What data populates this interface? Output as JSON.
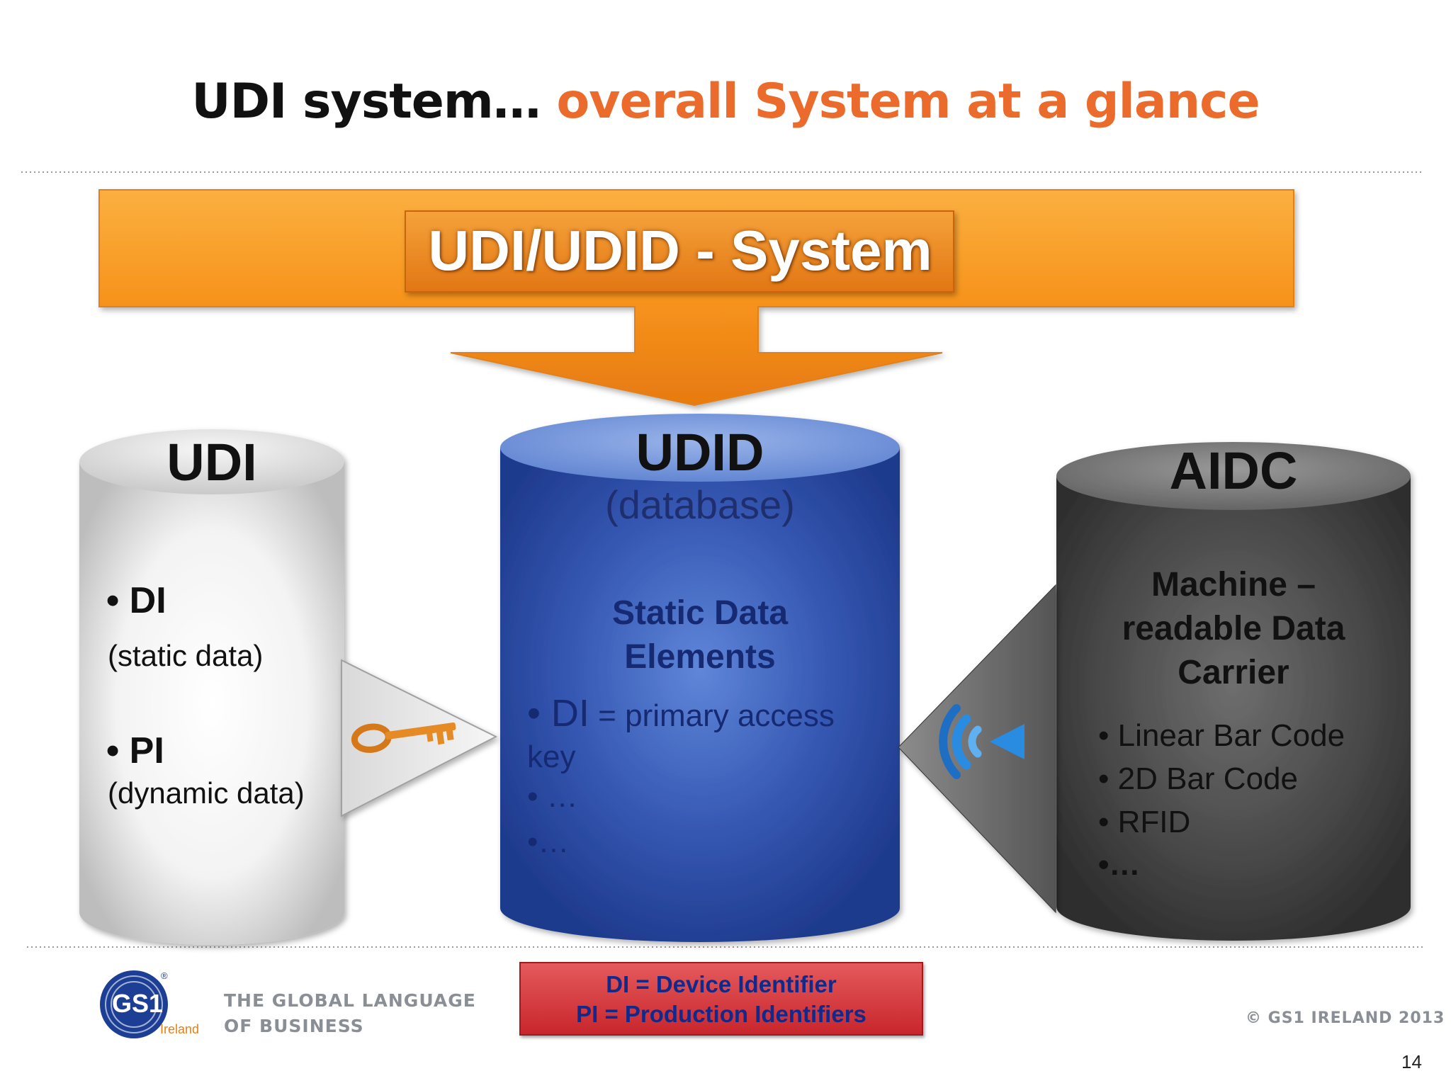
{
  "title": {
    "part1": "UDI system…",
    "part2": "overall System at a glance"
  },
  "system_box": {
    "label": "UDI/UDID - System"
  },
  "udi": {
    "title": "UDI",
    "items": [
      {
        "bullet": "• DI",
        "note": "(static data)"
      },
      {
        "bullet": "• PI",
        "note": "(dynamic data)"
      }
    ]
  },
  "udid": {
    "title": "UDID",
    "subtitle": "(database)",
    "heading_line1": "Static Data",
    "heading_line2": "Elements",
    "item1_bullet": "• DI",
    "item1_text": " = primary access",
    "item1_cont": "key",
    "item2": "• …",
    "item3": "•…"
  },
  "aidc": {
    "title": "AIDC",
    "heading_line1": "Machine –",
    "heading_line2": "readable Data",
    "heading_line3": "Carrier",
    "items": [
      "• Linear Bar Code",
      "• 2D Bar Code",
      "• RFID",
      "•…"
    ]
  },
  "legend": {
    "line1": "DI = Device Identifier",
    "line2": "PI = Production  Identifiers"
  },
  "footer": {
    "logo_text": "GS1",
    "logo_sub": "Ireland",
    "logo_mark": "®",
    "tagline_line1": "THE GLOBAL LANGUAGE",
    "tagline_line2": "OF BUSINESS",
    "copyright": "© GS1 IRELAND 2013",
    "page_number": "14"
  },
  "colors": {
    "orange": "#f7941d",
    "title_orange": "#ea6b2c",
    "udid_blue": "#2d4fa6",
    "aidc_gray": "#444444",
    "legend_red": "#d63a3e"
  }
}
